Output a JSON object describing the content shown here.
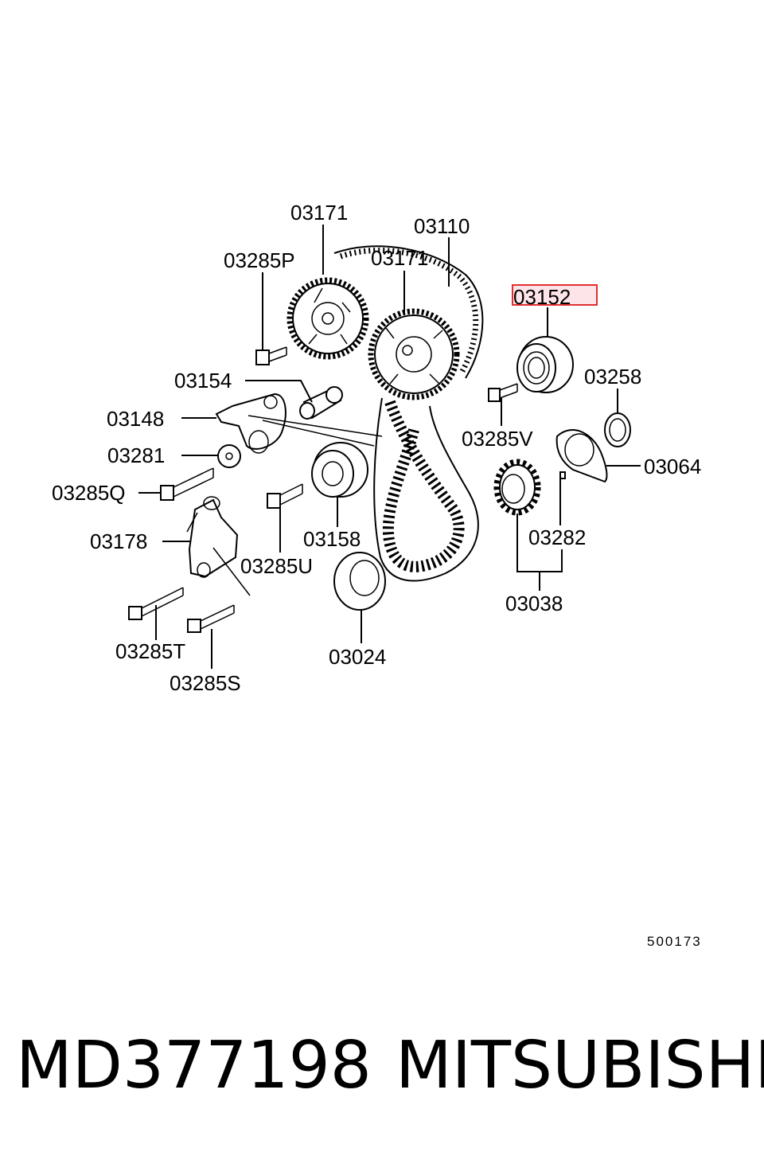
{
  "callouts": {
    "c03171a": "03171",
    "c03110": "03110",
    "c03285P": "03285P",
    "c03171b": "03171",
    "c03152": "03152",
    "c03258": "03258",
    "c03154": "03154",
    "c03148": "03148",
    "c03285V": "03285V",
    "c03281": "03281",
    "c03064": "03064",
    "c03285Q": "03285Q",
    "c03158": "03158",
    "c03282": "03282",
    "c03178": "03178",
    "c03285U": "03285U",
    "c03038": "03038",
    "c03285T": "03285T",
    "c03024": "03024",
    "c03285S": "03285S"
  },
  "highlighted_callout": "03152",
  "highlight_color": "#e03030",
  "diagram_code": "500173",
  "footer": {
    "part_number": "MD377198",
    "brand": "MITSUBISHI"
  }
}
